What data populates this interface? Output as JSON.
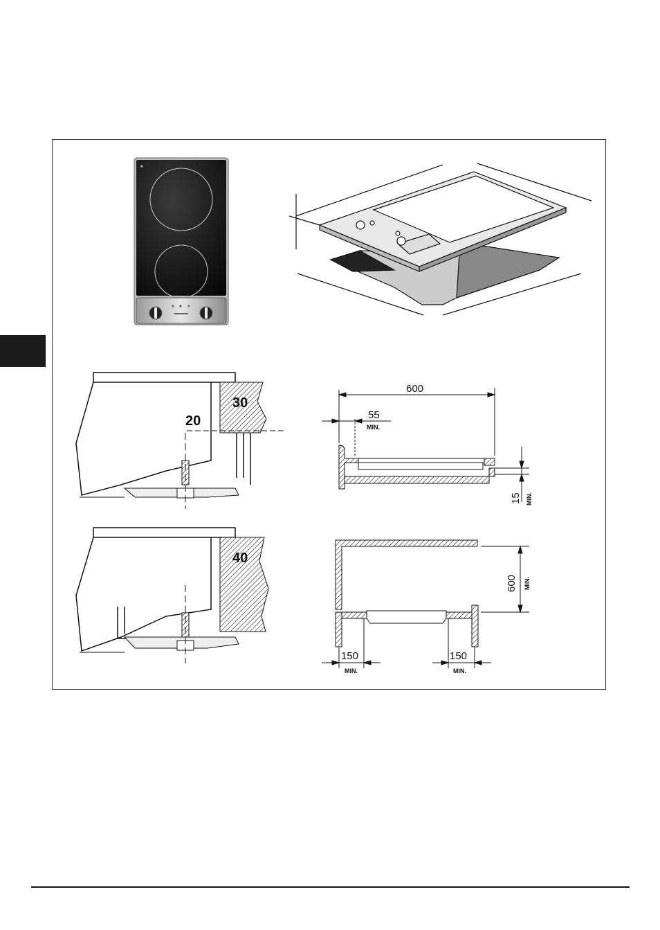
{
  "page": {
    "section_tab_color": "#1a1a1a"
  },
  "figures": {
    "side_section_1": {
      "worktop_thickness": "30",
      "clearance": "20"
    },
    "side_section_2": {
      "worktop_thickness": "40"
    },
    "cutout_section": {
      "width": "600",
      "rear_gap": "55",
      "rear_gap_note": "MIN.",
      "below_gap": "15",
      "below_gap_note": "MIN."
    },
    "cabinet_section": {
      "height_above": "600",
      "height_above_note": "MIN.",
      "left_side": "150",
      "left_side_note": "MIN.",
      "right_side": "150",
      "right_side_note": "MIN."
    }
  }
}
